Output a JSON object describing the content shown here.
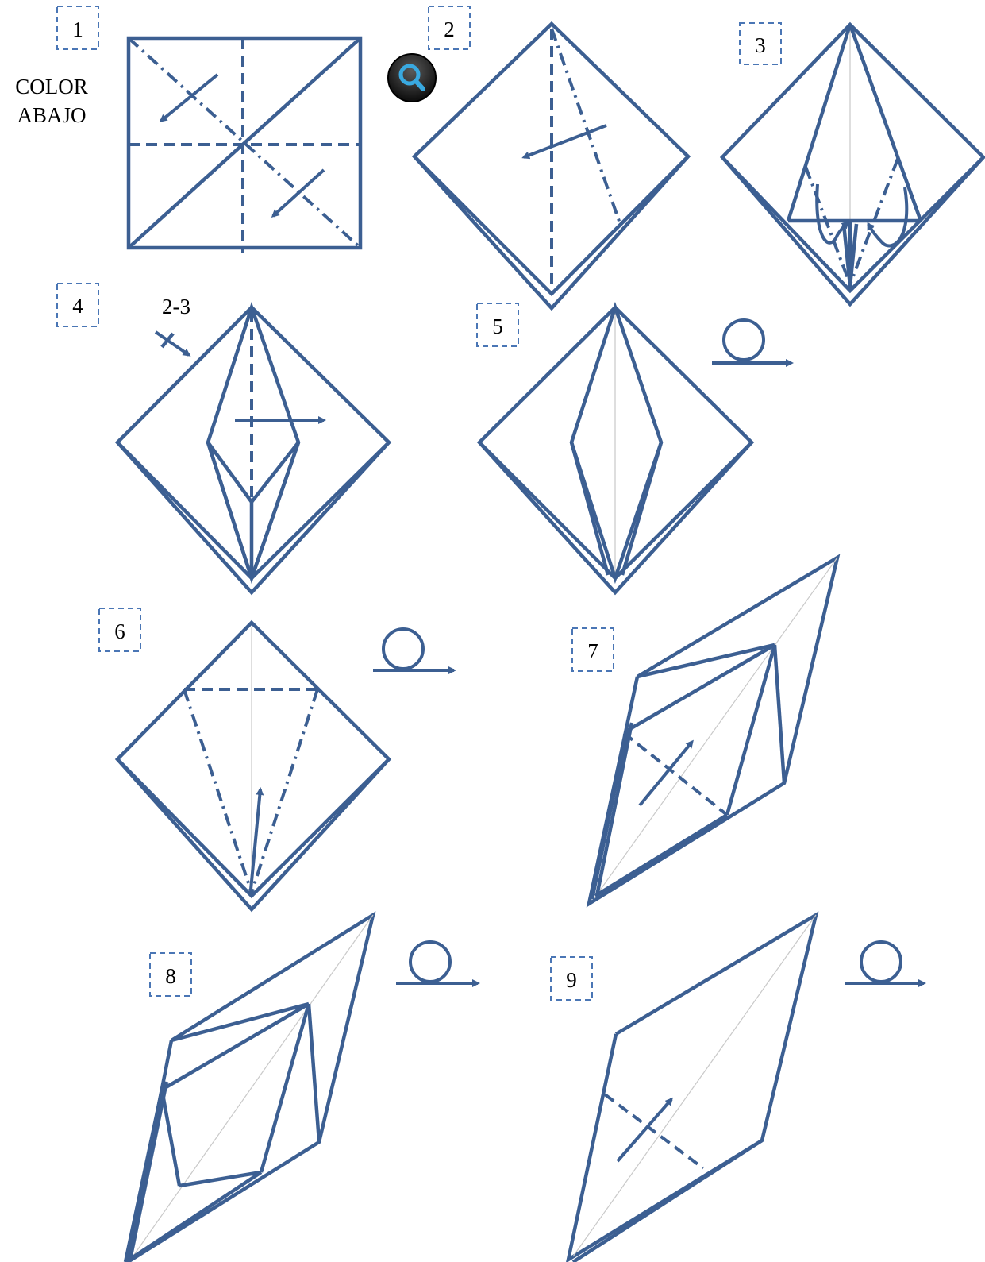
{
  "note": {
    "line1": "COLOR",
    "line2": "ABAJO"
  },
  "steps": [
    {
      "number": "1"
    },
    {
      "number": "2"
    },
    {
      "number": "3"
    },
    {
      "number": "4"
    },
    {
      "number": "5"
    },
    {
      "number": "6"
    },
    {
      "number": "7"
    },
    {
      "number": "8"
    },
    {
      "number": "9"
    }
  ],
  "step4_annotation": "2-3",
  "colors": {
    "line": "#3c5f92",
    "box": "#4a76b5",
    "crease": "#c9c9c9"
  },
  "icons": [
    "magnifier-icon",
    "turn-over-icon"
  ]
}
